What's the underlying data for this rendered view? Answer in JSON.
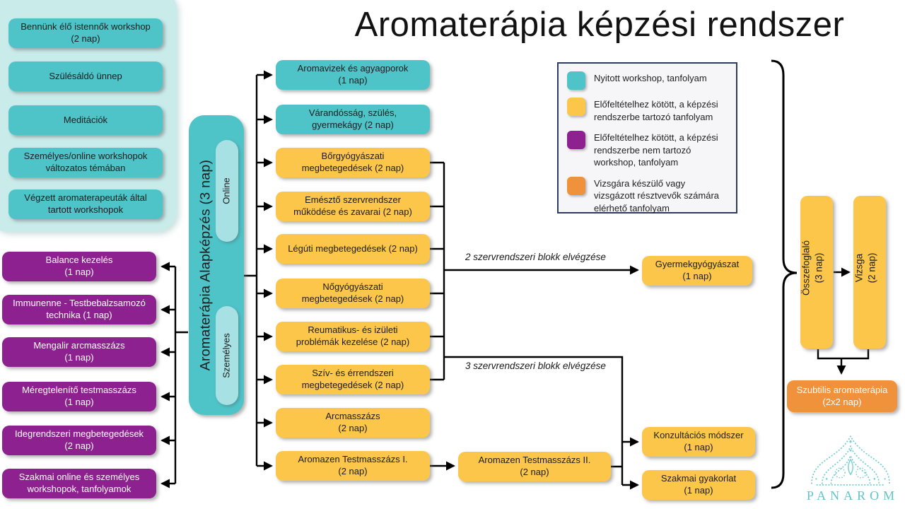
{
  "title": "Aromaterápia képzési rendszer",
  "open_workshops": {
    "items": [
      "Bennünk élő istennők workshop\n(2 nap)",
      "Szülésáldó ünnep",
      "Meditációk",
      "Személyes/online workshopok\nváltozatos témában",
      "Végzett aromaterapeuták által\ntartott workshopok"
    ]
  },
  "advanced_workshops": {
    "items": [
      "Balance kezelés\n(1 nap)",
      "Immunenne - Testbebalzsamozó\ntechnika (1 nap)",
      "Mengalir arcmasszázs\n(1 nap)",
      "Méregtelenítő testmasszázs\n(1 nap)",
      "Idegrendszeri megbetegedések\n(2 nap)",
      "Szakmai online és személyes\nworkshopok, tanfolyamok"
    ]
  },
  "core": {
    "label": "Aromaterápia Alapképzés (3 nap)",
    "modes": [
      "Online",
      "Személyes"
    ]
  },
  "modules": {
    "items": [
      "Aromavizek és agyagporok\n(1 nap)",
      "Várandósság, szülés,\ngyermekágy (2 nap)",
      "Bőrgyógyászati\nmegbetegedések (2 nap)",
      "Emésztő szervrendszer\nműködése és zavarai (2 nap)",
      "Légúti megbetegedések (2 nap)",
      "Nőgyógyászati\nmegbetegedések (2 nap)",
      "Reumatikus- és izületi\nproblémák kezelése (2 nap)",
      "Szív- és érrendszeri\nmegbetegedések (2 nap)",
      "Arcmasszázs\n(2 nap)",
      "Aromazen Testmasszázs I.\n(2 nap)"
    ]
  },
  "pathways": {
    "two_blocks_note": "2 szervrendszeri blokk elvégzése",
    "three_blocks_note": "3 szervrendszeri blokk elvégzése",
    "gyermekgyogyaszat": "Gyermekgyógyászat\n(1 nap)",
    "aromazen_2": "Aromazen Testmasszázs II.\n(2 nap)",
    "konzultacios": "Konzultációs módszer\n(1 nap)",
    "szakmai_gyakorlat": "Szakmai gyakorlat\n(1 nap)"
  },
  "finals": {
    "osszefoglalo": "Összefoglaló\n(3 nap)",
    "vizsga": "Vizsga\n(2 nap)",
    "szubtilis": "Szubtilis aromaterápia\n(2x2 nap)"
  },
  "legend": {
    "items": [
      {
        "label": "Nyitott workshop, tanfolyam",
        "color": "#4EC4C9"
      },
      {
        "label": "Előfeltételhez kötött, a képzési rendszerbe tartozó tanfolyam",
        "color": "#FBC64A"
      },
      {
        "label": "Előfeltételhez kötött, a képzési rendszerbe nem tartozó workshop, tanfolyam",
        "color": "#8E2190"
      },
      {
        "label": "Vizsgára készülő vagy vizsgázott résztvevők számára elérhető tanfolyam",
        "color": "#F0913B"
      }
    ]
  },
  "logo": {
    "brand": "PANAROM"
  },
  "colors": {
    "teal": "#4EC4C9",
    "teal_panel": "#C9ECEB",
    "teal_pill": "#A7E1E3",
    "yellow": "#FBC64A",
    "purple": "#8E2190",
    "orange": "#F0913B",
    "connector": "#000000",
    "legend_border": "#2E3B5B",
    "logo_teal": "#5FC6C8"
  }
}
